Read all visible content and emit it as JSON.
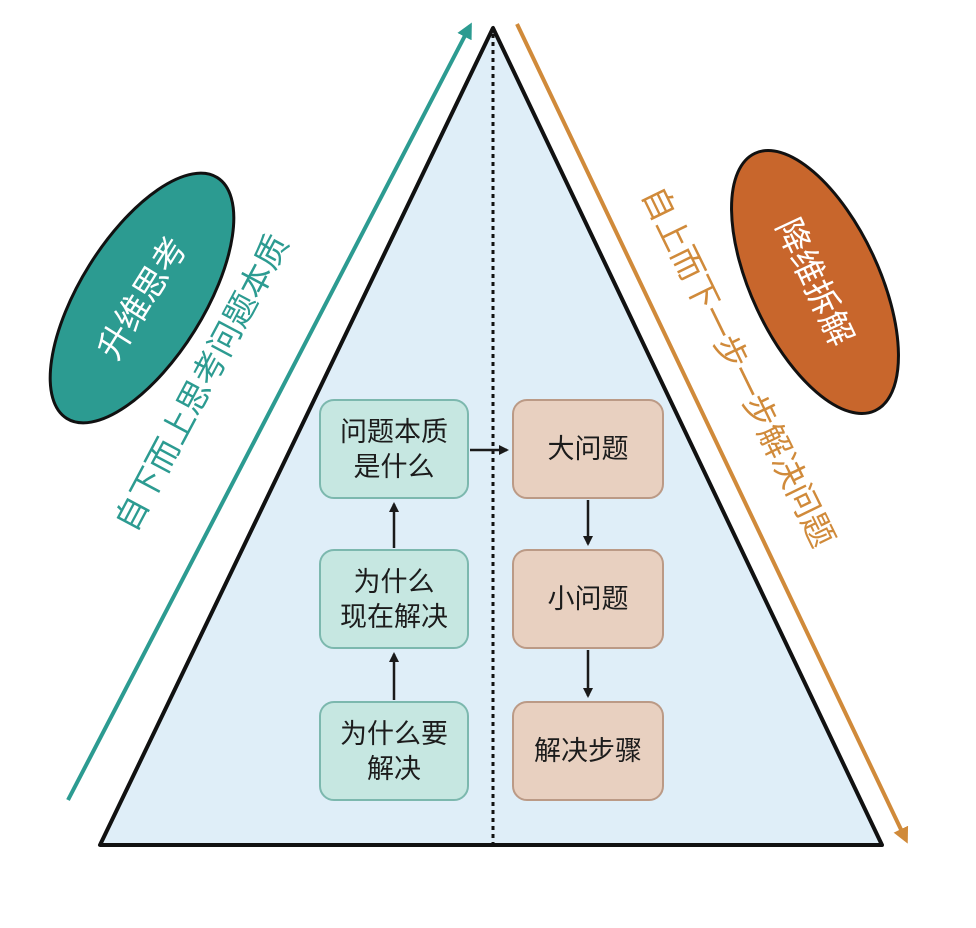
{
  "left_oval": {
    "text": "升维思考",
    "color": "#2c9b91"
  },
  "right_oval": {
    "text": "降维拆解",
    "color": "#c8662c"
  },
  "left_side_label": {
    "text": "自下而上思考问题本质",
    "color": "#2c9b91"
  },
  "right_side_label": {
    "text": "自上而下一步一步解决问题",
    "color": "#d08a3a"
  },
  "left_column": {
    "fill": "#c6e7e1",
    "stroke": "#7cb8ae",
    "boxes": [
      {
        "line1": "问题本质",
        "line2": "是什么"
      },
      {
        "line1": "为什么",
        "line2": "现在解决"
      },
      {
        "line1": "为什么要",
        "line2": "解决"
      }
    ]
  },
  "right_column": {
    "fill": "#e8d0c0",
    "stroke": "#bb9a86",
    "boxes": [
      {
        "label": "大问题"
      },
      {
        "label": "小问题"
      },
      {
        "label": "解决步骤"
      }
    ]
  },
  "triangle_fill": "#dfeef8"
}
